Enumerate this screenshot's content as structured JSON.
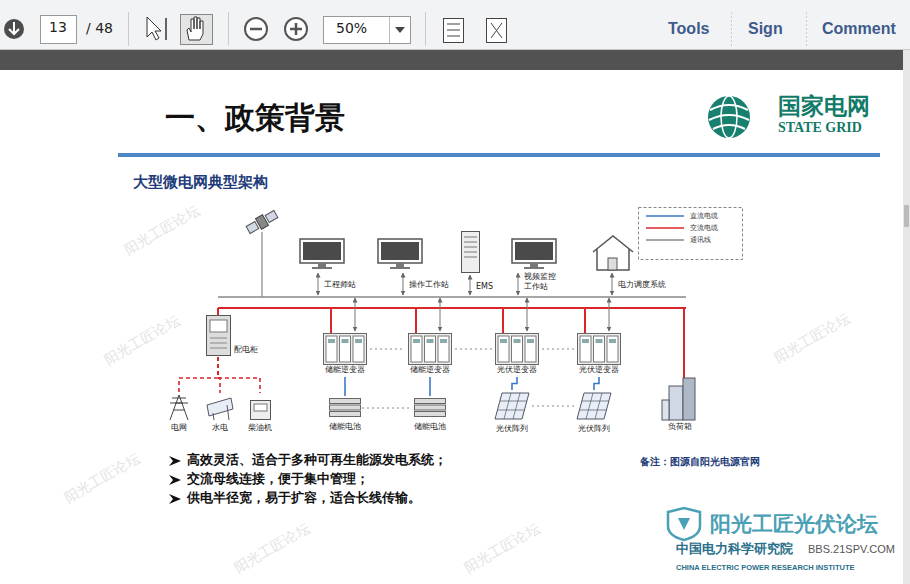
{
  "diagram": {
    "title": "一、政策背景",
    "nodes": [
      {
        "text": [
          "工程师站"
        ]
      },
      {
        "text": [
          "操作工作站"
        ]
      },
      {
        "text": [
          "EMS"
        ]
      },
      {
        "text": [
          "视频监控工作站"
        ]
      },
      {
        "text": [
          "电力调度系统"
        ]
      },
      {
        "text": [
          "配电柜"
        ]
      },
      {
        "text": [
          "储能逆变器"
        ]
      },
      {
        "text": [
          "储能逆变器"
        ]
      },
      {
        "text": [
          "光伏逆变器"
        ]
      },
      {
        "text": [
          "光伏逆变器"
        ]
      },
      {
        "text": [
          "电网"
        ]
      },
      {
        "text": [
          "水电"
        ]
      },
      {
        "text": [
          "柴油机"
        ]
      },
      {
        "text": [
          "储能电池"
        ]
      },
      {
        "text": [
          "储能电池"
        ]
      },
      {
        "text": [
          "光伏阵列"
        ]
      },
      {
        "text": [
          "光伏阵列"
        ]
      },
      {
        "text": [
          "负荷箱"
        ]
      }
    ],
    "edges": [
      {
        "from": 6,
        "to": 13,
        "arrow": "none"
      },
      {
        "from": 7,
        "to": 14,
        "arrow": "none"
      },
      {
        "from": 8,
        "to": 15,
        "arrow": "none"
      },
      {
        "from": 9,
        "to": 16,
        "arrow": "none"
      },
      {
        "from": 5,
        "to": 10,
        "arrow": "none"
      },
      {
        "from": 5,
        "to": 11,
        "arrow": "none"
      },
      {
        "from": 5,
        "to": 12,
        "arrow": "none"
      }
    ],
    "labels": [
      "13",
      "/ 48",
      "50%",
      "Tools",
      "Sign",
      "Comment",
      "国家电网",
      "STATE GRID",
      "大型微电网典型架构",
      "高效灵活、适合于多种可再生能源发电系统；",
      "交流母线连接，便于集中管理；",
      "供电半径宽，易于扩容，适合长线传输。",
      "备注：图源自阳光电源官网",
      "阳光工匠光伏论坛",
      "BBS.21SPV.COM",
      "中国电力科学研究院",
      "CHINA ELECTRIC POWER RESEARCH INSTITUTE",
      "阳光工匠论坛",
      "阳光工匠论坛",
      "阳光工匠论坛",
      "阳光工匠论坛",
      "阳光工匠论坛",
      "阳光工匠论坛"
    ],
    "legend": [
      {
        "text": "直流电缆"
      },
      {
        "text": "交流电缆"
      },
      {
        "text": "通讯线"
      }
    ]
  }
}
